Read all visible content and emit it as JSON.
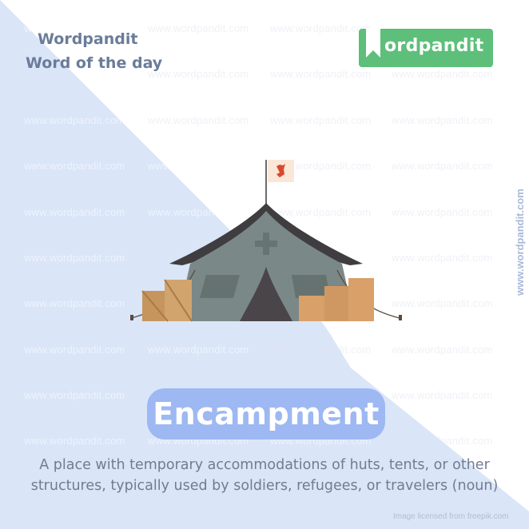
{
  "header": {
    "brand_title": "Wordpandit",
    "brand_subtitle": "Word of the day"
  },
  "logo": {
    "text": "ordpandit",
    "mark_letter": "W",
    "color": "#5dbf7a"
  },
  "side_url": "www.wordpandit.com",
  "watermark_text": "www.wordpandit.com",
  "illustration": {
    "subject": "tent-with-flag-and-boxes",
    "flag_icon": "hand-print-icon"
  },
  "word": {
    "text": "Encampment",
    "pill_color": "#9db8f2"
  },
  "definition": {
    "line1": "A place with temporary accommodations of huts, tents, or other",
    "line2": "structures, typically used by soldiers, refugees, or travelers (noun)"
  },
  "credit": "Image licensed from freepik.com",
  "colors": {
    "background": "#ffffff",
    "accent_blue": "#dae5f8",
    "text_gray": "#6a7c99"
  }
}
